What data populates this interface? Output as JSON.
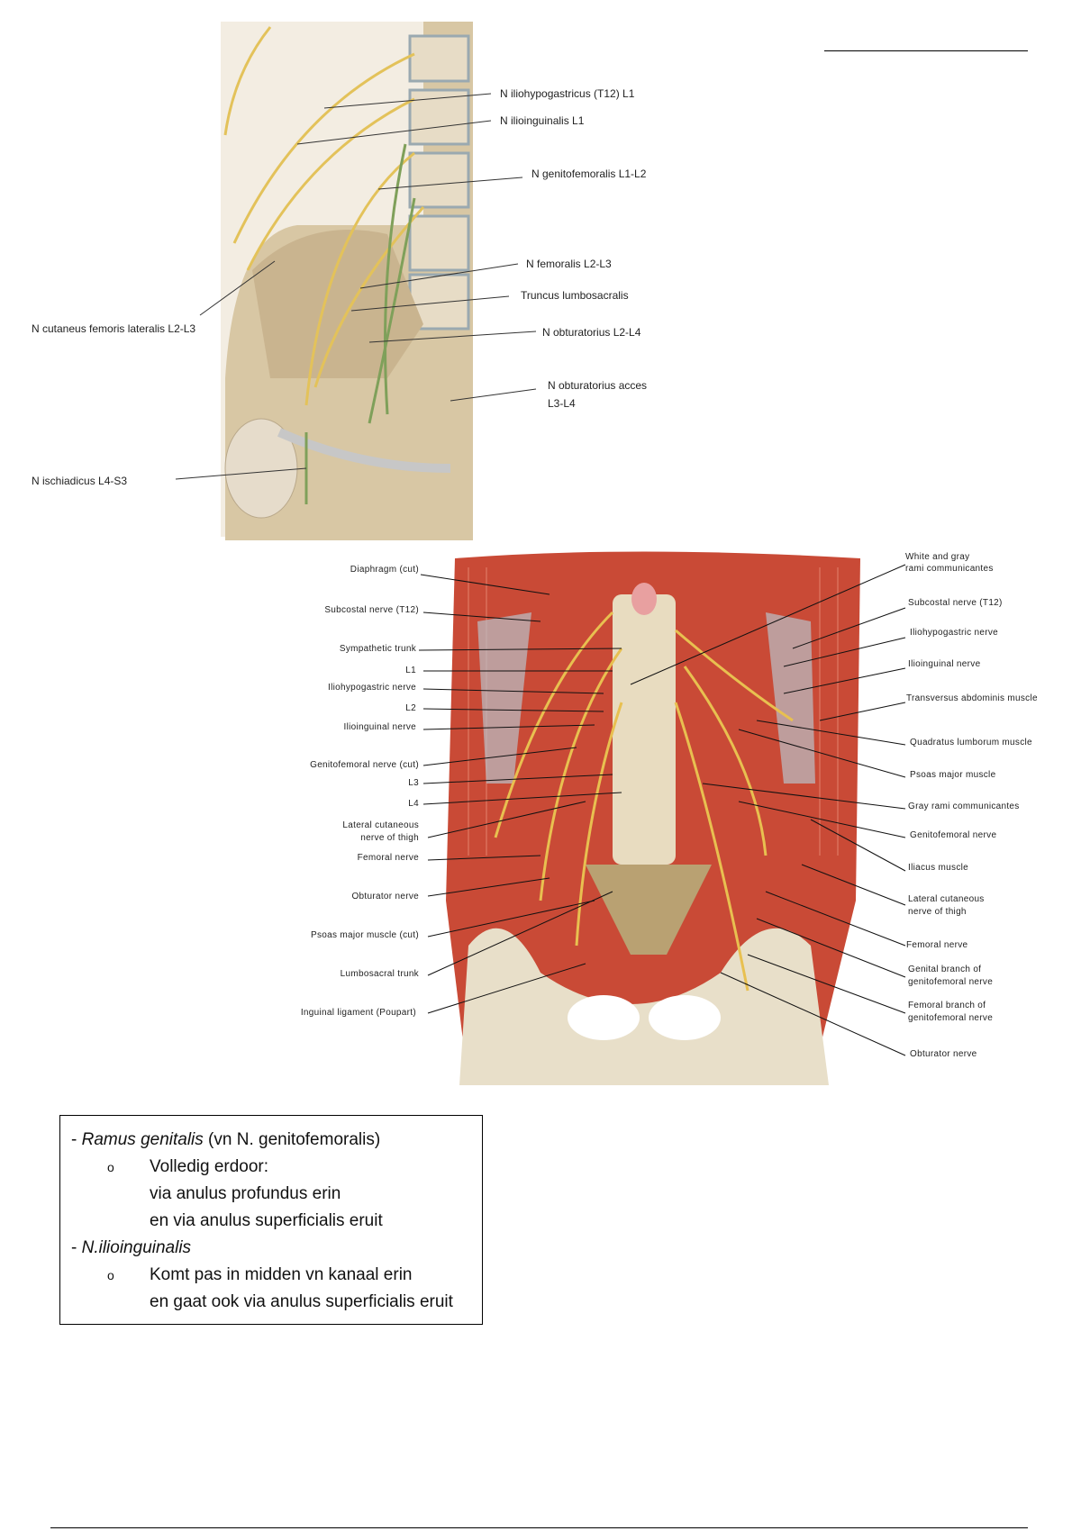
{
  "figure1": {
    "labels": [
      "N iliohypogastricus  (T12) L1",
      "N ilioinguinalis  L1",
      "N genitofemoralis L1-L2",
      "N femoralis L2-L3",
      "Truncus lumbosacralis",
      "N obturatorius L2-L4",
      "N obturatorius acces",
      "L3-L4",
      "N cutaneus femoris lateralis L2-L3",
      "N ischiadicus L4-S3"
    ]
  },
  "figure2": {
    "left_labels": [
      "Diaphragm (cut)",
      "Subcostal nerve (T12)",
      "Sympathetic trunk",
      "L1",
      "Iliohypogastric nerve",
      "L2",
      "Ilioinguinal nerve",
      "Genitofemoral nerve (cut)",
      "L3",
      "L4",
      "Lateral cutaneous",
      "nerve of thigh",
      "Femoral nerve",
      "Obturator nerve",
      "Psoas major muscle (cut)",
      "Lumbosacral trunk",
      "Inguinal ligament (Poupart)"
    ],
    "right_labels": [
      "White and gray",
      "rami communicantes",
      "Subcostal nerve (T12)",
      "Iliohypogastric nerve",
      "Ilioinguinal nerve",
      "Transversus abdominis muscle",
      "Quadratus lumborum muscle",
      "Psoas major muscle",
      "Gray rami communicantes",
      "Genitofemoral nerve",
      "Iliacus muscle",
      "Lateral cutaneous",
      "nerve of thigh",
      "Femoral nerve",
      "Genital branch of",
      "genitofemoral nerve",
      "Femoral branch of",
      "genitofemoral nerve",
      "Obturator nerve"
    ]
  },
  "notes": {
    "item1_italic": "Ramus genitalis",
    "item1_rest": " (vn N. genitofemoralis)",
    "item1_sub": [
      "Volledig erdoor:",
      "via anulus profundus erin",
      "en via anulus superficialis eruit"
    ],
    "item2_italic": "N.ilioinguinalis",
    "item2_sub": [
      "Komt pas in midden vn kanaal erin",
      "en gaat ook via anulus superficialis eruit"
    ],
    "dash": "-",
    "bullet": "o"
  }
}
